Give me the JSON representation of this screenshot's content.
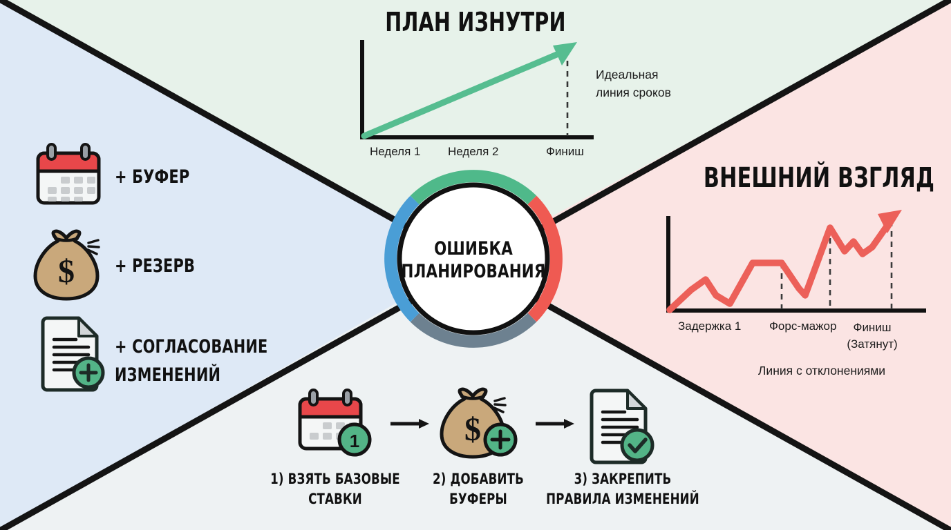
{
  "palette": {
    "bg_top_green": "#e7f2ea",
    "bg_left_blue": "#dee9f6",
    "bg_right_pink": "#fbe4e3",
    "bg_bottom_gray": "#eef2f3",
    "divider_black": "#141414",
    "arc_green": "#4fb98a",
    "arc_blue": "#4a9ed6",
    "arc_red": "#ef5a52",
    "arc_slate": "#6d8190",
    "line_green": "#56bd90",
    "line_red": "#ec6059",
    "calendar_red": "#e8474a",
    "money_tan": "#c9a87b",
    "badge_green": "#53b487",
    "paper_white": "#f4f6f6",
    "ink": "#141414"
  },
  "top_panel": {
    "title": "ПЛАН ИЗНУТРИ",
    "annotation_line1": "Идеальная",
    "annotation_line2": "линия сроков",
    "ticks": [
      "Неделя 1",
      "Неделя 2",
      "Финиш"
    ]
  },
  "right_panel": {
    "title": "ВНЕШНИЙ ВЗГЛЯД",
    "ticks": [
      "Задержка 1",
      "Форс-мажор",
      "Финиш"
    ],
    "tick3_line2": "(Затянут)",
    "caption": "Линия с отклонениями"
  },
  "center": {
    "line1": "ОШИБКА",
    "line2": "ПЛАНИРОВАНИЯ"
  },
  "left_panel": {
    "items": [
      {
        "icon": "calendar-icon",
        "label": "+ БУФЕР"
      },
      {
        "icon": "money-bag-icon",
        "label": "+ РЕЗЕРВ"
      },
      {
        "icon": "document-plus-icon",
        "label_line1": "+ СОГЛАСОВАНИЕ",
        "label_line2": "ИЗМЕНЕНИЙ"
      }
    ]
  },
  "bottom_panel": {
    "steps": [
      {
        "icon": "calendar-one-icon",
        "line1": "1) ВЗЯТЬ БАЗОВЫЕ",
        "line2": "СТАВКИ"
      },
      {
        "icon": "money-bag-plus-icon",
        "line1": "2) ДОБАВИТЬ",
        "line2": "БУФЕРЫ"
      },
      {
        "icon": "document-check-icon",
        "line1": "3) ЗАКРЕПИТЬ",
        "line2": "ПРАВИЛА ИЗМЕНЕНИЙ"
      }
    ],
    "arrow_icon": "arrow-right-icon",
    "badge_step1_number": "1",
    "badge_step2_symbol": "+",
    "badge_step3_symbol": "✓"
  },
  "chart_data": [
    {
      "type": "line",
      "title": "ПЛАН ИЗНУТРИ",
      "xlabel": "",
      "ylabel": "",
      "categories": [
        "Неделя 1",
        "Неделя 2",
        "Финиш"
      ],
      "x": [
        0,
        1,
        2
      ],
      "values": [
        0,
        0.5,
        1.0
      ],
      "annotation": "Идеальная линия сроков",
      "series_color": "#56bd90",
      "grid": false,
      "legend": "none",
      "note": "Straight ideal diagonal from origin to finish"
    },
    {
      "type": "line",
      "title": "ВНЕШНИЙ ВЗГЛЯД",
      "xlabel": "",
      "ylabel": "",
      "categories": [
        "Задержка 1",
        "Форс-мажор",
        "Финиш (Затянут)"
      ],
      "x": [
        0,
        0.07,
        0.16,
        0.24,
        0.31,
        0.4,
        0.52,
        0.58,
        0.66,
        0.72,
        0.78,
        0.83,
        0.88,
        1.0
      ],
      "values": [
        0,
        0.22,
        0.43,
        0.28,
        0.2,
        0.58,
        0.58,
        0.32,
        0.2,
        0.88,
        0.58,
        0.72,
        0.52,
        1.0
      ],
      "caption": "Линия с отклонениями",
      "series_color": "#ec6059",
      "grid": false,
      "legend": "none",
      "note": "Zig-zag overrun line with dashed markers at Задержка 1, Форс-мажор, Финиш"
    }
  ]
}
